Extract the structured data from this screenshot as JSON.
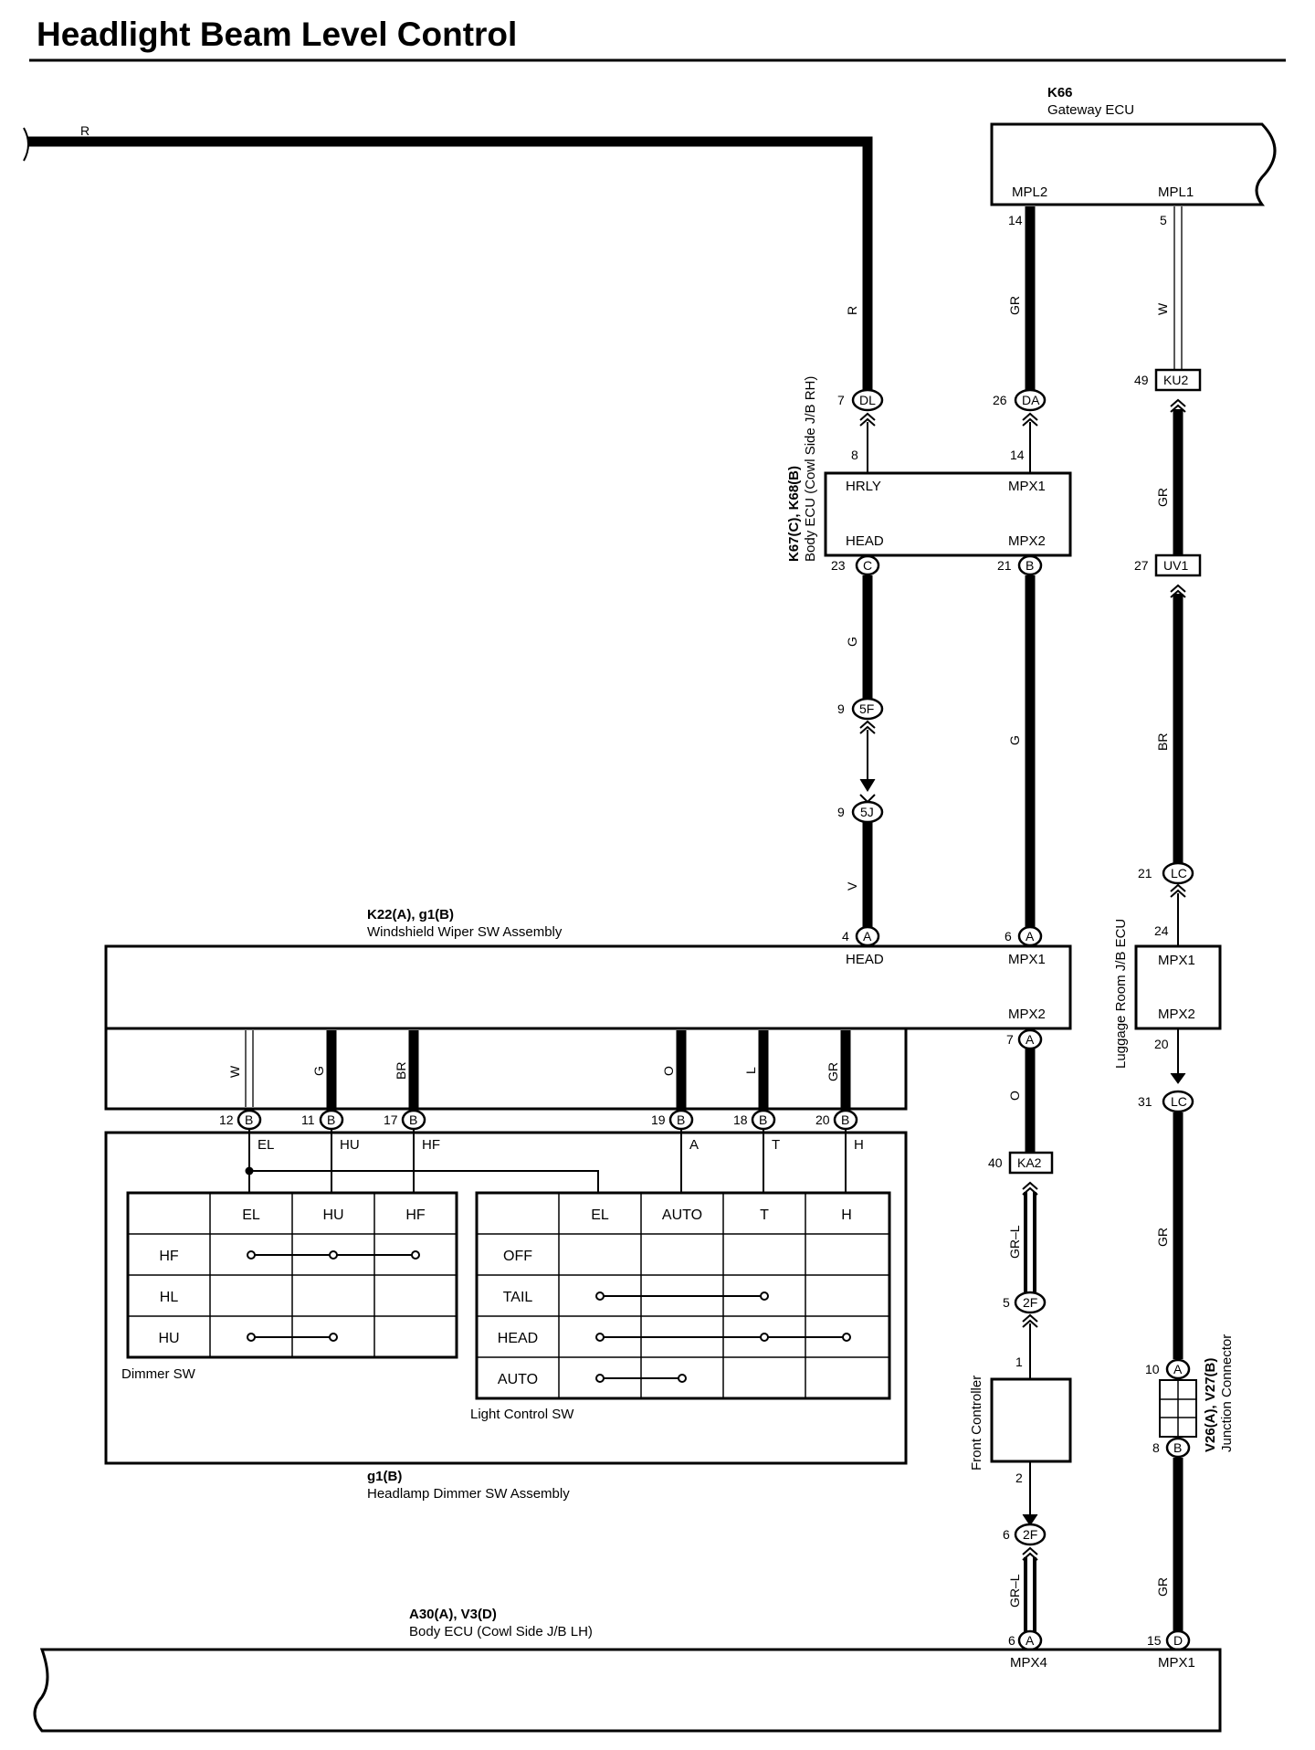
{
  "title": "Headlight Beam Level Control",
  "components": {
    "gateway_ecu": {
      "code": "K66",
      "name": "Gateway ECU",
      "pins": [
        "MPL2",
        "MPL1"
      ]
    },
    "body_ecu_rh": {
      "code": "K67(C), K68(B)",
      "name": "Body ECU (Cowl Side J/B RH)",
      "pins": [
        "HRLY",
        "MPX1",
        "HEAD",
        "MPX2"
      ]
    },
    "wiper_sw": {
      "code": "K22(A), g1(B)",
      "name": "Windshield Wiper SW Assembly",
      "pins": [
        "HEAD",
        "MPX1",
        "MPX2"
      ]
    },
    "dimmer_sw_assy": {
      "code": "g1(B)",
      "name": "Headlamp Dimmer SW Assembly"
    },
    "body_ecu_lh": {
      "code": "A30(A), V3(D)",
      "name": "Body ECU (Cowl Side J/B LH)",
      "pins": [
        "MPX4",
        "MPX1"
      ]
    },
    "luggage_jb": {
      "name": "Luggage Room J/B ECU",
      "pins": [
        "MPX1",
        "MPX2"
      ]
    },
    "front_controller": {
      "name": "Front Controller"
    },
    "junction_connector": {
      "code": "V26(A), V27(B)",
      "name": "Junction Connector"
    }
  },
  "wire_colors": {
    "top_r": "R",
    "r": "R",
    "gr_a": "GR",
    "w_a": "W",
    "gr_b": "GR",
    "g_a": "G",
    "g_b": "G",
    "br_a": "BR",
    "v": "V",
    "w_b": "W",
    "g_c": "G",
    "br_b": "BR",
    "o_a": "O",
    "l": "L",
    "gr_c": "GR",
    "o_b": "O",
    "grl_a": "GR–L",
    "grl_b": "GR–L",
    "gr_d": "GR",
    "gr_e": "GR"
  },
  "pins": {
    "p14a": "14",
    "p5a": "5",
    "p7": "7",
    "p26": "26",
    "p49": "49",
    "p8": "8",
    "p14b": "14",
    "p23": "23",
    "p21a": "21",
    "p27": "27",
    "p9a": "9",
    "p9b": "9",
    "p4": "4",
    "p6a": "6",
    "p21b": "21",
    "p24": "24",
    "p7b": "7",
    "p20a": "20",
    "p31": "31",
    "p12": "12",
    "p11": "11",
    "p17": "17",
    "p19": "19",
    "p18": "18",
    "p20b": "20",
    "p40": "40",
    "p5b": "5",
    "p1": "1",
    "p10": "10",
    "p8b": "8",
    "p2": "2",
    "p6b": "6",
    "p6c": "6",
    "p15": "15"
  },
  "connectors": {
    "DL": "DL",
    "DA": "DA",
    "KU2": "KU2",
    "C": "C",
    "B1": "B",
    "UV1": "UV1",
    "5F": "5F",
    "5J": "5J",
    "A1": "A",
    "A2": "A",
    "LC1": "LC",
    "A3": "A",
    "LC2": "LC",
    "B12": "B",
    "B11": "B",
    "B17": "B",
    "B19": "B",
    "B18": "B",
    "B20": "B",
    "KA2": "KA2",
    "2F1": "2F",
    "A4": "A",
    "B2": "B",
    "2F2": "2F",
    "A5": "A",
    "D": "D"
  },
  "terminals": {
    "EL": "EL",
    "HU": "HU",
    "HF": "HF",
    "A": "A",
    "T": "T",
    "H": "H"
  },
  "dimmer_sw": {
    "label": "Dimmer SW",
    "columns": [
      "EL",
      "HU",
      "HF"
    ],
    "rows": [
      "HF",
      "HL",
      "HU"
    ]
  },
  "light_control_sw": {
    "label": "Light Control SW",
    "columns": [
      "EL",
      "AUTO",
      "T",
      "H"
    ],
    "rows": [
      "OFF",
      "TAIL",
      "HEAD",
      "AUTO"
    ]
  }
}
